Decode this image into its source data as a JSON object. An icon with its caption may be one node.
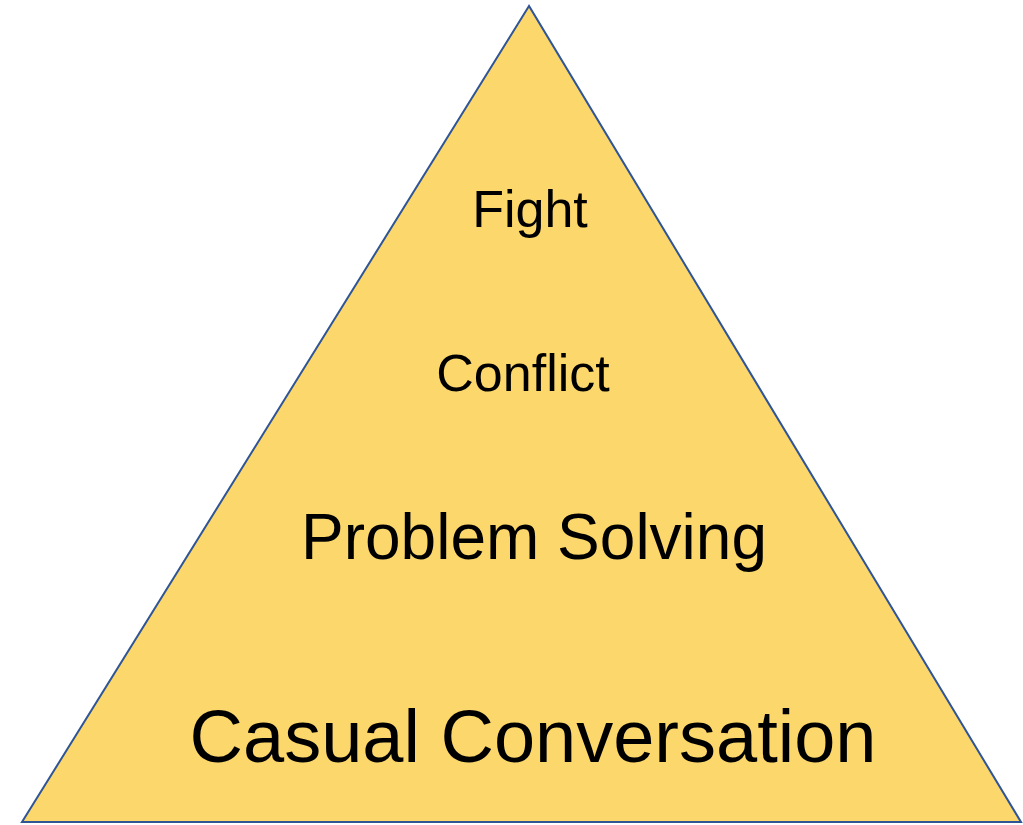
{
  "diagram": {
    "nodes": [
      {
        "text": [
          "Fight",
          "Conflict",
          "Problem Solving",
          "Casual Conversation"
        ]
      }
    ]
  }
}
